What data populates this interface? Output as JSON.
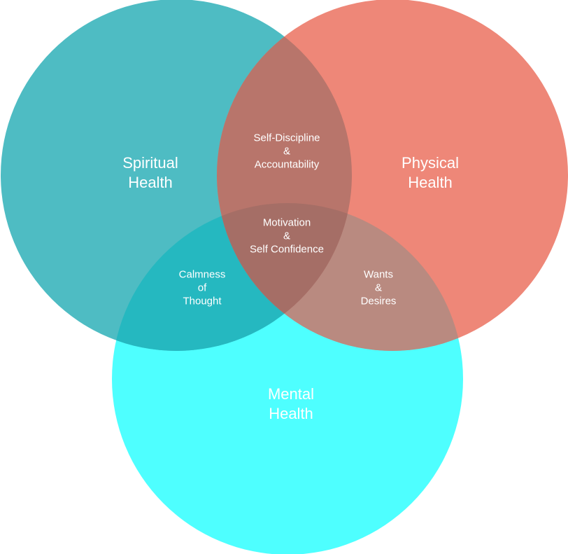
{
  "circles": {
    "spiritual": {
      "color": "#4ebcc3",
      "label": [
        "Spiritual",
        "Health"
      ]
    },
    "physical": {
      "color": "#ee8778",
      "label": [
        "Physical",
        "Health"
      ]
    },
    "mental": {
      "color": "#4effff",
      "label": [
        "Mental",
        "Health"
      ]
    }
  },
  "overlaps": {
    "spiritual_physical": {
      "color": "#b8756b",
      "label": [
        "Self-Discipline",
        "&",
        "Accountability"
      ]
    },
    "spiritual_mental": {
      "color": "#25b8c0",
      "label": [
        "Calmness",
        "of",
        "Thought"
      ]
    },
    "physical_mental": {
      "color": "#b98a80",
      "label": [
        "Wants",
        "&",
        "Desires"
      ]
    },
    "center": {
      "color": "#a56e66",
      "label": [
        "Motivation",
        "&",
        "Self Confidence"
      ]
    }
  }
}
